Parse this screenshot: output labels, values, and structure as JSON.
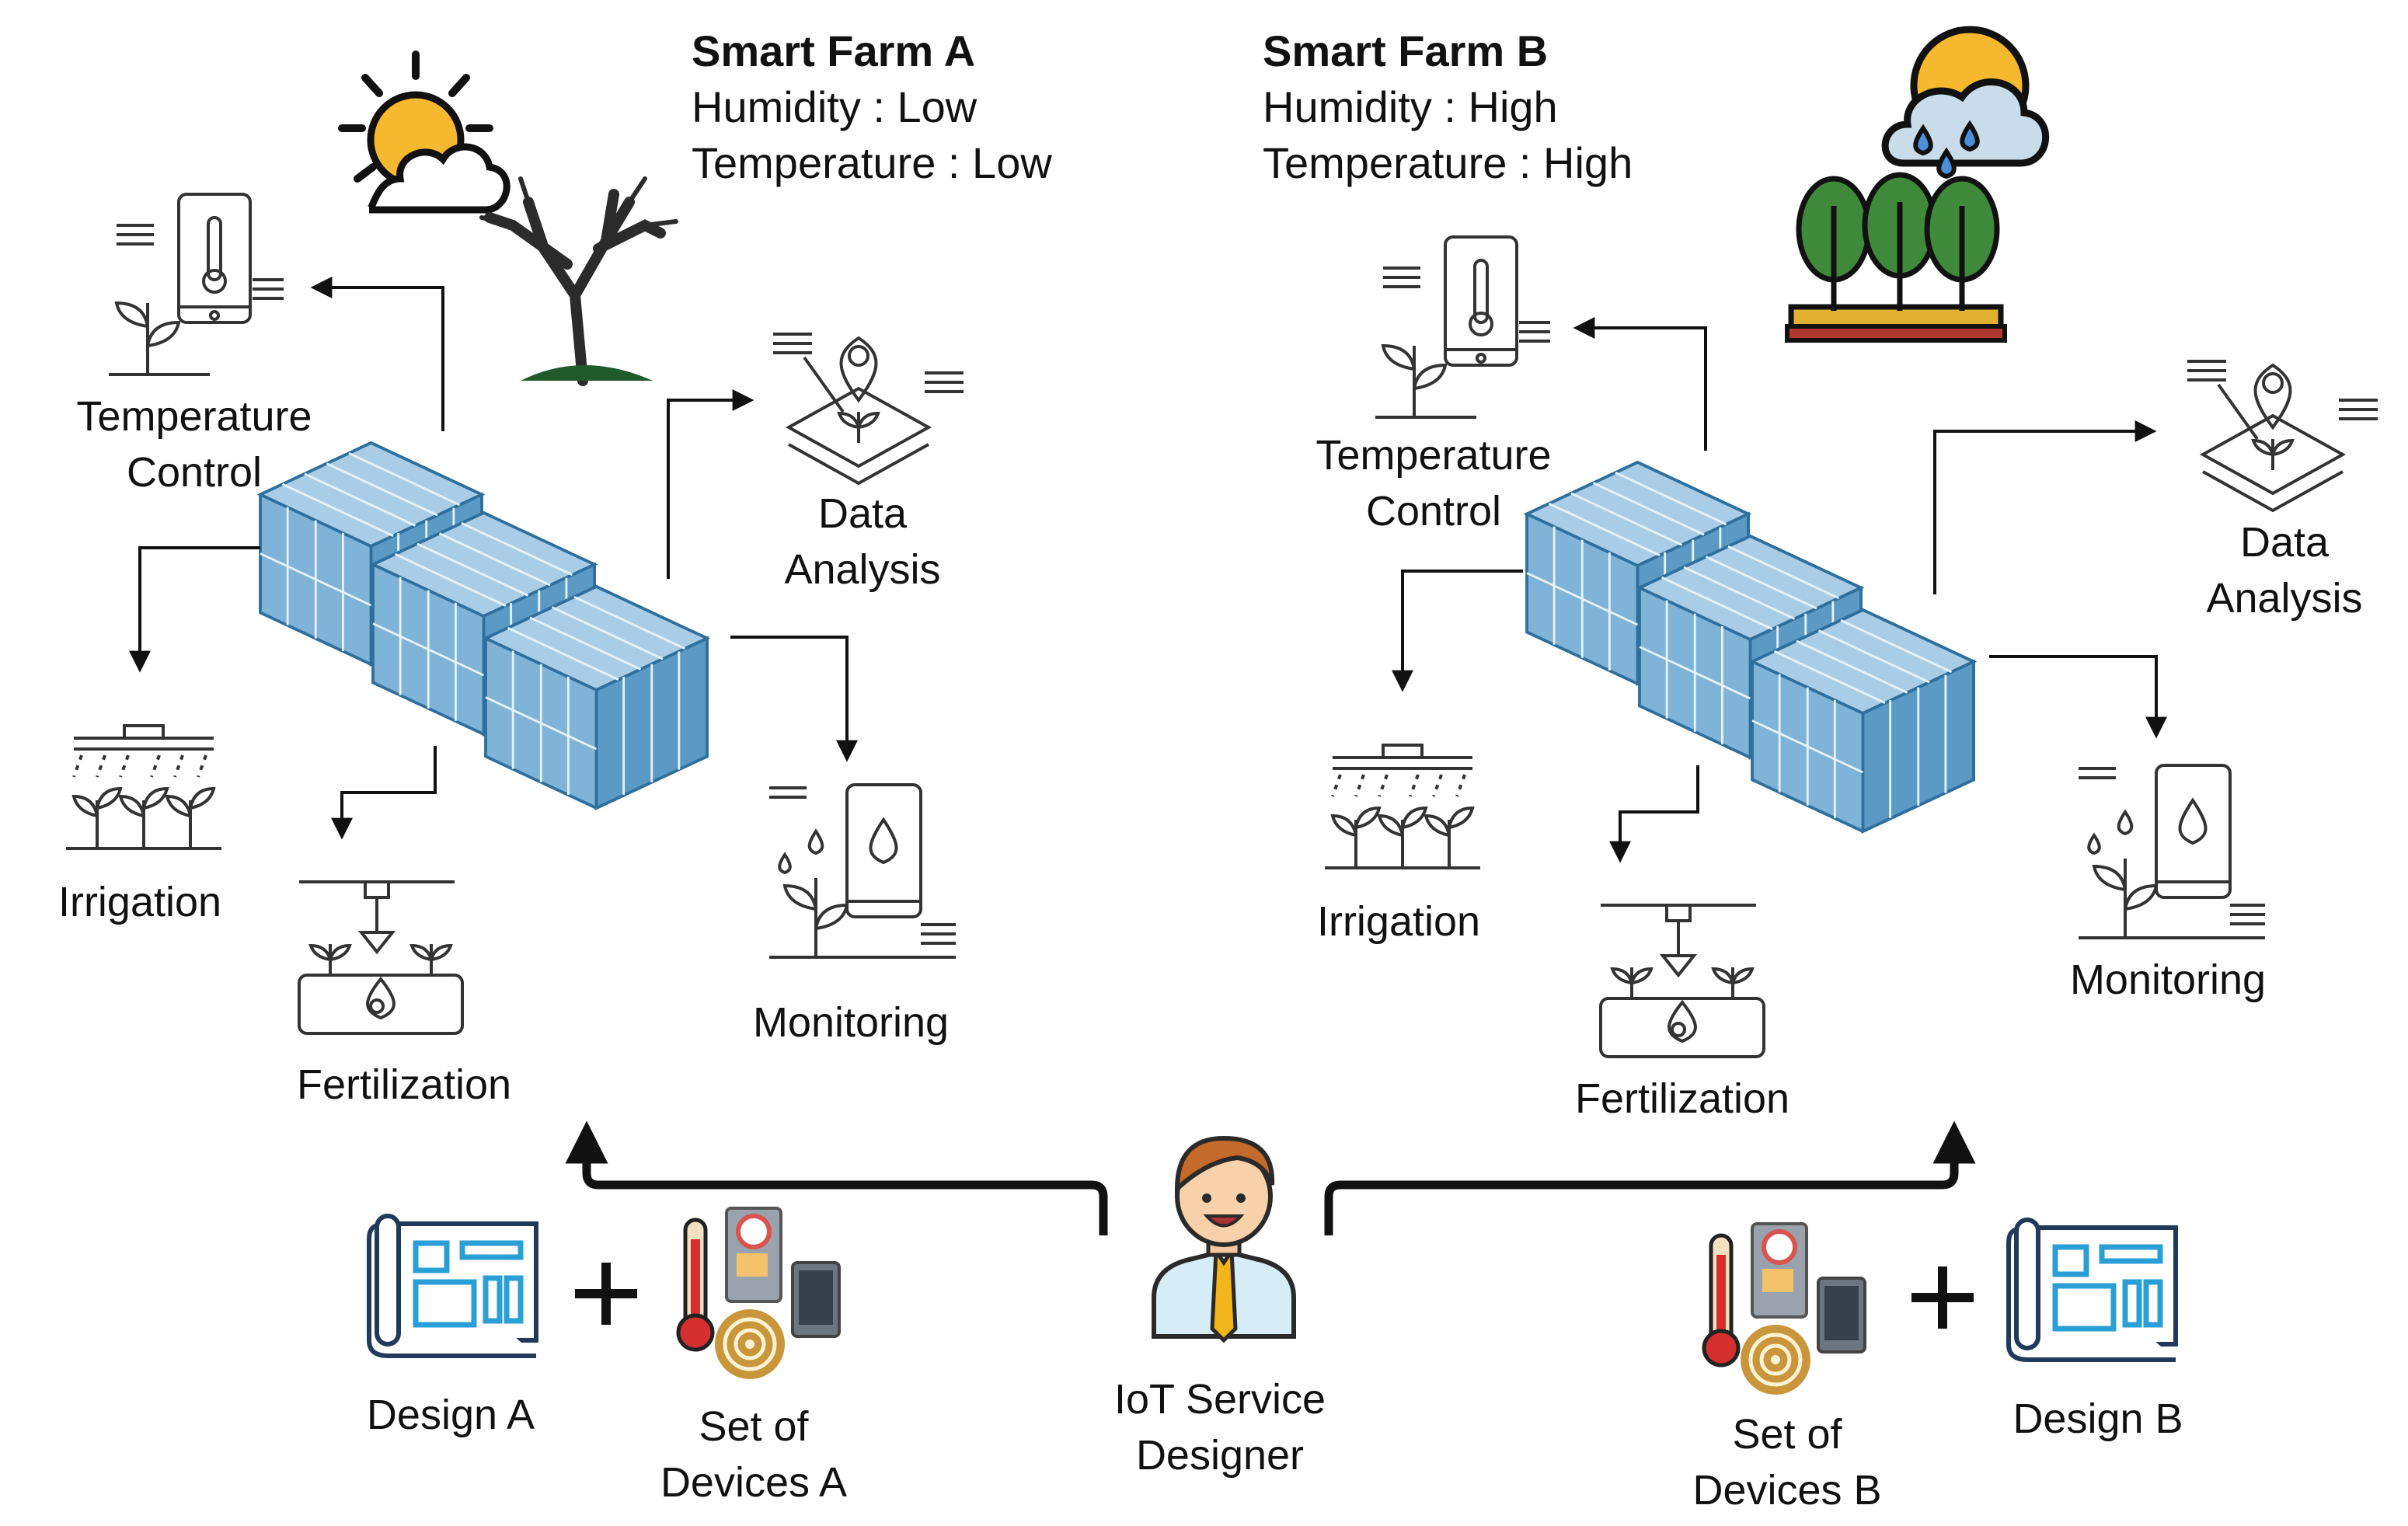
{
  "farm_a": {
    "title": "Smart Farm A",
    "humidity": "Humidity : Low",
    "temperature": "Temperature : Low",
    "labels": {
      "temperature_control": [
        "Temperature",
        "Control"
      ],
      "data_analysis": [
        "Data",
        "Analysis"
      ],
      "irrigation": "Irrigation",
      "fertilization": "Fertilization",
      "monitoring": "Monitoring"
    }
  },
  "farm_b": {
    "title": "Smart Farm B",
    "humidity": "Humidity : High",
    "temperature": "Temperature : High",
    "labels": {
      "temperature_control": [
        "Temperature",
        "Control"
      ],
      "data_analysis": [
        "Data",
        "Analysis"
      ],
      "irrigation": "Irrigation",
      "fertilization": "Fertilization",
      "monitoring": "Monitoring"
    }
  },
  "bottom": {
    "design_a": "Design A",
    "devices_a": [
      "Set of",
      "Devices A"
    ],
    "designer": [
      "IoT Service",
      "Designer"
    ],
    "devices_b": [
      "Set of",
      "Devices B"
    ],
    "design_b": "Design B",
    "plus": "+"
  },
  "colors": {
    "glass": "#5b9ac4",
    "glass_dark": "#2f6f9d",
    "sun": "#f5b82e",
    "rain_drop": "#4a90d9",
    "tree_green": "#3f8a3a",
    "soil": "#e0b030",
    "blueprint": "#2a9fd6",
    "thermometer": "#d62f2f"
  }
}
